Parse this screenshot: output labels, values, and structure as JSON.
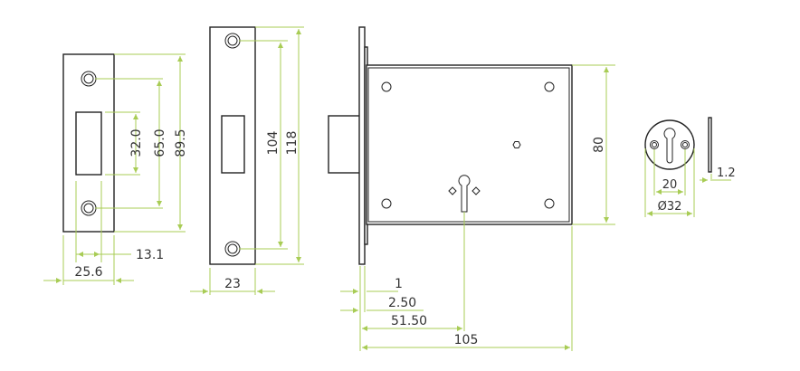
{
  "strike_plate_1": {
    "height": "89.5",
    "hole_spacing": "65.0",
    "slot_height": "32.0",
    "slot_width": "13.1",
    "width": "25.6"
  },
  "strike_plate_2": {
    "hole_spacing": "104",
    "height": "118",
    "width": "23"
  },
  "lock_body": {
    "body_height": "80",
    "faceplate_thickness": "1",
    "offset": "2.50",
    "backset": "51.50",
    "depth": "105"
  },
  "escutcheon": {
    "hole_spacing": "20",
    "diameter": "Ø32",
    "thickness": "1.2"
  },
  "colors": {
    "dimension": "#a8cc55",
    "outline": "#222222"
  }
}
